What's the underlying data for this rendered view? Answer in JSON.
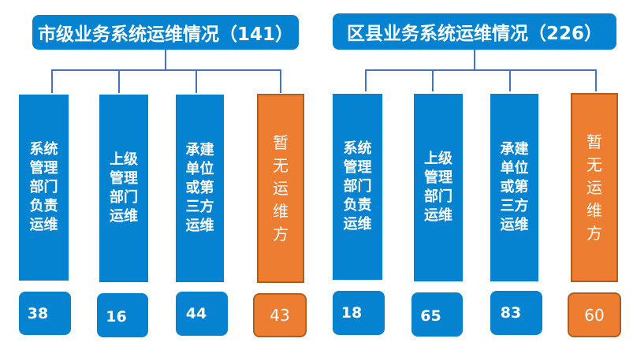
{
  "groups": [
    {
      "title": "市级业务系统运维情况（141）",
      "total": 141,
      "categories": [
        {
          "label": "系统管理部门负责运维",
          "value": "38",
          "color": "#0683d0"
        },
        {
          "label": "上级管理部门运维",
          "value": "16",
          "color": "#0683d0"
        },
        {
          "label": "承建单位或第三方运维",
          "value": "44",
          "color": "#0683d0"
        },
        {
          "label": "暂无运维方",
          "value": "43",
          "color": "#ed7d31"
        }
      ]
    },
    {
      "title": "区县业务系统运维情况（226）",
      "total": 226,
      "categories": [
        {
          "label": "系统管理部门负责运维",
          "value": "18",
          "color": "#0683d0"
        },
        {
          "label": "上级管理部门运维",
          "value": "65",
          "color": "#0683d0"
        },
        {
          "label": "承建单位或第三方运维",
          "value": "83",
          "color": "#0683d0"
        },
        {
          "label": "暂无运维方",
          "value": "60",
          "color": "#ed7d31"
        }
      ]
    }
  ],
  "colors": {
    "primary": "#0683d0",
    "warning": "#ed7d31",
    "connector": "#4472c4"
  }
}
